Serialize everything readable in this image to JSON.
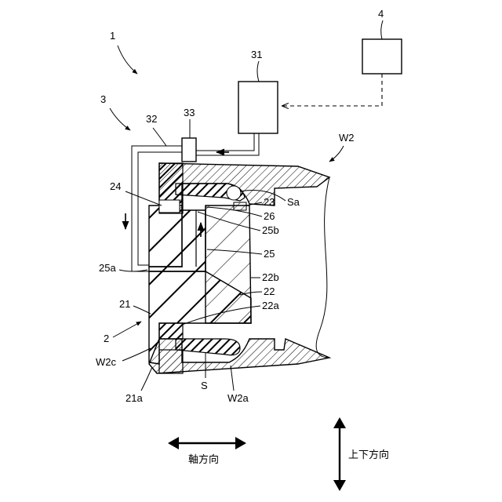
{
  "labels": {
    "system": "1",
    "control_unit": "4",
    "supply_device": "31",
    "supply_unit": "3",
    "pipe": "32",
    "valve": "33",
    "workpiece": "W2",
    "seal_ring": "24",
    "ring_23": "23",
    "gap_sa": "Sa",
    "part_26": "26",
    "part_25b": "25b",
    "passage": "25",
    "part_25a": "25a",
    "surface_22b": "22b",
    "piston": "22",
    "part_22a": "22a",
    "base": "21",
    "assembly": "2",
    "surface_w2c": "W2c",
    "gap_s": "S",
    "part_21a": "21a",
    "part_w2a": "W2a"
  },
  "legend": {
    "axial_direction": "軸方向",
    "vertical_direction": "上下方向"
  }
}
